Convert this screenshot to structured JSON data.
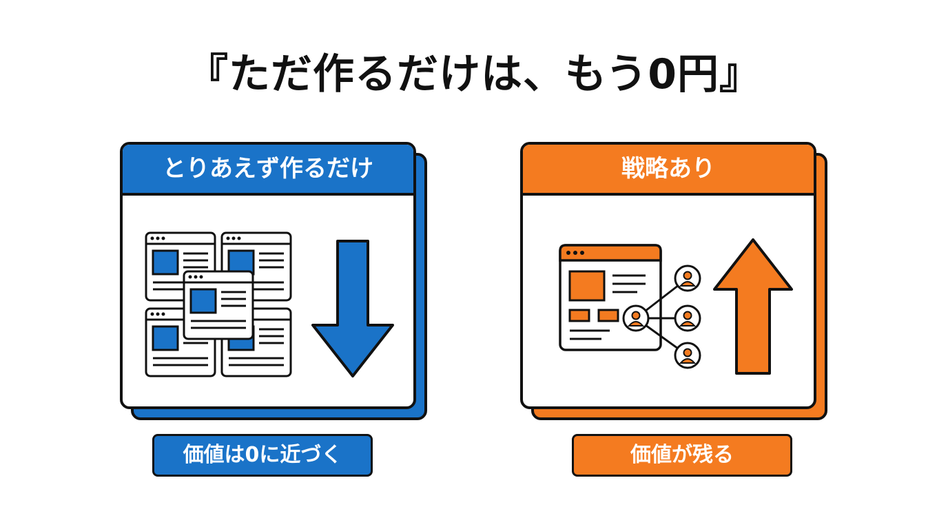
{
  "title": "『ただ作るだけは、もう0円』",
  "colors": {
    "blue": "#1a73c8",
    "orange": "#f47b20",
    "outline": "#111111"
  },
  "left_panel": {
    "header": "とりあえず作るだけ",
    "caption": "価値は0に近づく",
    "arrow": "down"
  },
  "right_panel": {
    "header": "戦略あり",
    "caption": "価値が残る",
    "arrow": "up"
  }
}
